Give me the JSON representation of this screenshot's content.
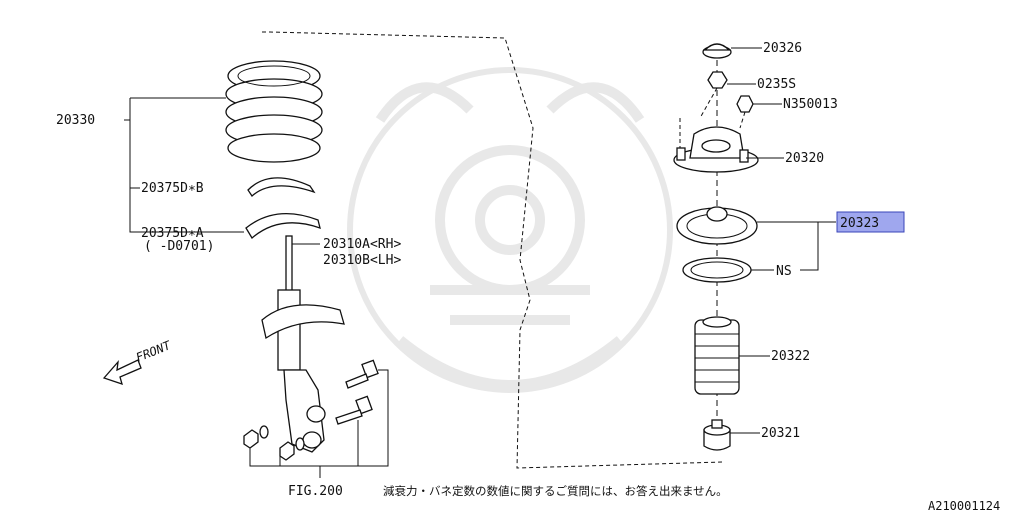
{
  "labels": {
    "p20326": "20326",
    "p0235s": "0235S",
    "pN350013": "N350013",
    "p20320": "20320",
    "p20323": "20323",
    "pNS": "NS",
    "p20322": "20322",
    "p20321": "20321",
    "p20330": "20330",
    "p20375b": "20375D∗B",
    "p20375a": "20375D∗A",
    "p20375a_range": "( -D0701)",
    "p20310a": "20310A<RH>",
    "p20310b": "20310B<LH>",
    "front": "FRONT",
    "fig": "FIG.200"
  },
  "note": "減衰力・バネ定数の数値に関するご質問には、お答え出来ません。",
  "diagram_id": "A210001124",
  "colors": {
    "highlight_fill": "#9fa7ee",
    "highlight_stroke": "#3a44b8",
    "line": "#111111",
    "watermark": "#e8e8e8"
  },
  "icons": {
    "front_arrow": "arrow-left-icon"
  }
}
